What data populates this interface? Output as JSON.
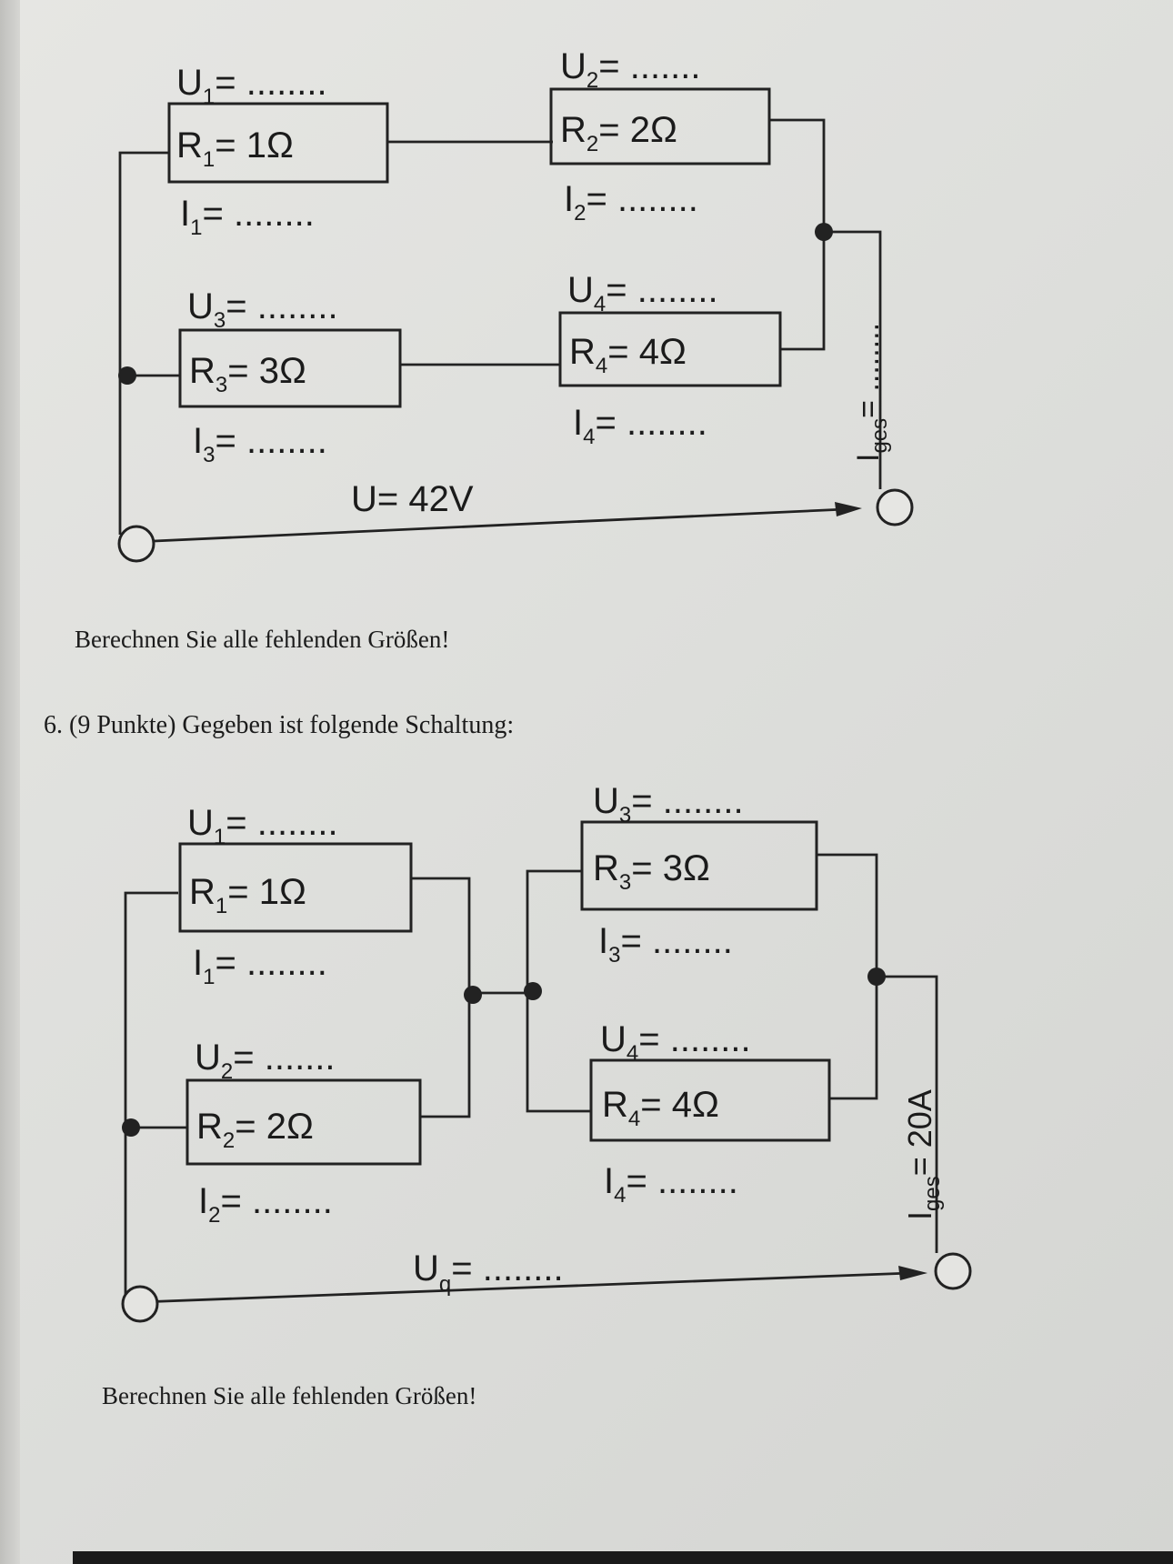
{
  "circuit1": {
    "r1": {
      "voltage_label": "U",
      "voltage_sub": "1",
      "voltage_value": "= ........",
      "resistor_name": "R",
      "resistor_sub": "1",
      "resistor_value": "= 1Ω",
      "current_label": "I",
      "current_sub": "1",
      "current_value": "= ........"
    },
    "r2": {
      "voltage_label": "U",
      "voltage_sub": "2",
      "voltage_value": "= .......",
      "resistor_name": "R",
      "resistor_sub": "2",
      "resistor_value": "= 2Ω",
      "current_label": "I",
      "current_sub": "2",
      "current_value": "= ........"
    },
    "r3": {
      "voltage_label": "U",
      "voltage_sub": "3",
      "voltage_value": "= ........",
      "resistor_name": "R",
      "resistor_sub": "3",
      "resistor_value": "= 3Ω",
      "current_label": "I",
      "current_sub": "3",
      "current_value": "= ........"
    },
    "r4": {
      "voltage_label": "U",
      "voltage_sub": "4",
      "voltage_value": "= ........",
      "resistor_name": "R",
      "resistor_sub": "4",
      "resistor_value": "= 4Ω",
      "current_label": "I",
      "current_sub": "4",
      "current_value": "= ........"
    },
    "source_voltage": "U= 42V",
    "total_current": {
      "label": "I",
      "sub": "ges",
      "value": "= ........"
    },
    "instruction": "Berechnen Sie alle fehlenden Größen!"
  },
  "question6": {
    "heading": "6.  (9 Punkte) Gegeben ist folgende Schaltung:"
  },
  "circuit2": {
    "r1": {
      "voltage_label": "U",
      "voltage_sub": "1",
      "voltage_value": "= ........",
      "resistor_name": "R",
      "resistor_sub": "1",
      "resistor_value": "= 1Ω",
      "current_label": "I",
      "current_sub": "1",
      "current_value": "= ........"
    },
    "r2": {
      "voltage_label": "U",
      "voltage_sub": "2",
      "voltage_value": "= .......",
      "resistor_name": "R",
      "resistor_sub": "2",
      "resistor_value": "= 2Ω",
      "current_label": "I",
      "current_sub": "2",
      "current_value": "= ........"
    },
    "r3": {
      "voltage_label": "U",
      "voltage_sub": "3",
      "voltage_value": "= ........",
      "resistor_name": "R",
      "resistor_sub": "3",
      "resistor_value": "= 3Ω",
      "current_label": "I",
      "current_sub": "3",
      "current_value": "= ........"
    },
    "r4": {
      "voltage_label": "U",
      "voltage_sub": "4",
      "voltage_value": "= ........",
      "resistor_name": "R",
      "resistor_sub": "4",
      "resistor_value": "= 4Ω",
      "current_label": "I",
      "current_sub": "4",
      "current_value": "= ........"
    },
    "source_voltage": {
      "label": "U",
      "sub": "q",
      "value": "= ........"
    },
    "total_current": {
      "label": "I",
      "sub": "ges",
      "value": "= 20A"
    },
    "instruction": "Berechnen Sie alle fehlenden Größen!"
  },
  "colors": {
    "ink": "#1b1b1b",
    "paper": "#e2e2df"
  }
}
